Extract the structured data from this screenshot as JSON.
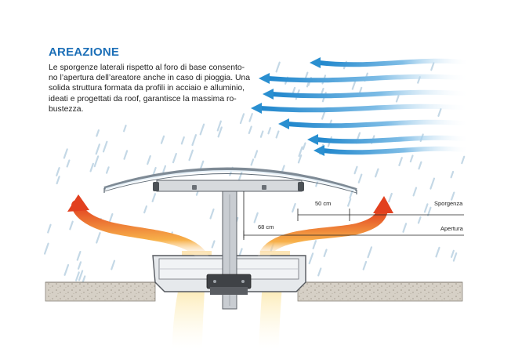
{
  "section": {
    "title": "AREAZIONE",
    "text_lines": [
      "Le sporgenze laterali rispetto al foro di base consento-",
      "no l’apertura dell’areatore anche in caso di pioggia. Una",
      "solida struttura formata da profili in acciaio e alluminio,",
      "ideati e progettati da roof,  garantisce la massima ro-",
      "bustezza."
    ]
  },
  "diagram": {
    "dimension_label_1": "50 cm",
    "dimension_label_2": "68 cm",
    "label_sporgenza": "Sporgenza",
    "label_apertura": "Apertura",
    "colors": {
      "wind_arrow": "#2a8fd0",
      "heat_arrow": "#e8552b",
      "heat_glow": "#f6c53a",
      "rain": "#c4d8e6",
      "frame": "#5a5f66",
      "concrete": "#cfc9c0"
    },
    "icons": [
      "wind-arrow-icon",
      "heat-arrow-icon",
      "rain-drop-icon"
    ]
  }
}
